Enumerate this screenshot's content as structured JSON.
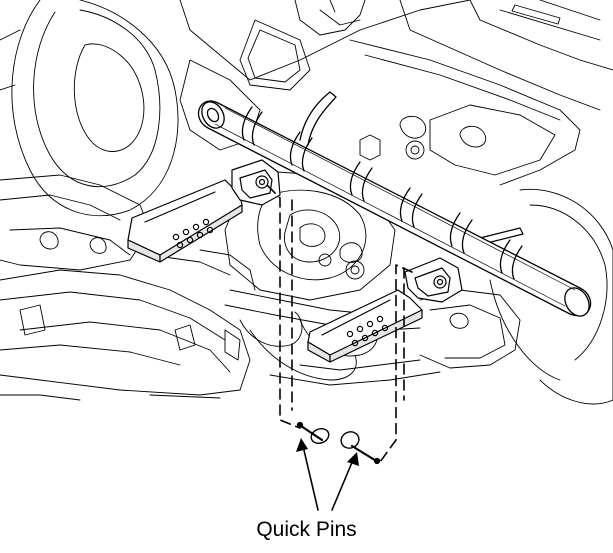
{
  "figure": {
    "callout_label": "Quick Pins",
    "parts": [
      "roller-assembly",
      "bracket-left",
      "bracket-right",
      "quick-pin-left",
      "quick-pin-right",
      "mower-chassis"
    ]
  },
  "colors": {
    "line": "#000000",
    "fill": "#ffffff",
    "shade": "#e6e6e6"
  }
}
